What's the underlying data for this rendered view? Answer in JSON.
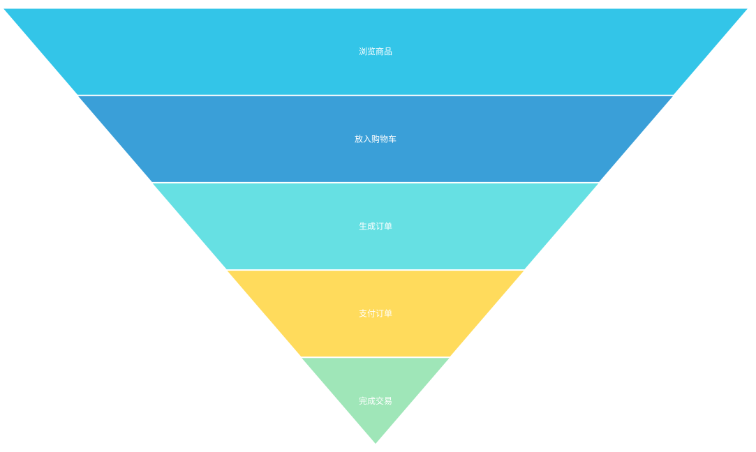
{
  "chart_data": {
    "type": "funnel",
    "sort": "descending",
    "categories": [
      "浏览商品",
      "放入购物车",
      "生成订单",
      "支付订单",
      "完成交易"
    ],
    "values": [
      100,
      80,
      60,
      40,
      20
    ],
    "colors": [
      "#33C5E8",
      "#3A9FD8",
      "#66E0E3",
      "#FFDB5C",
      "#9FE6B8"
    ],
    "label_color": "#ffffff",
    "border_color": "#ffffff"
  }
}
